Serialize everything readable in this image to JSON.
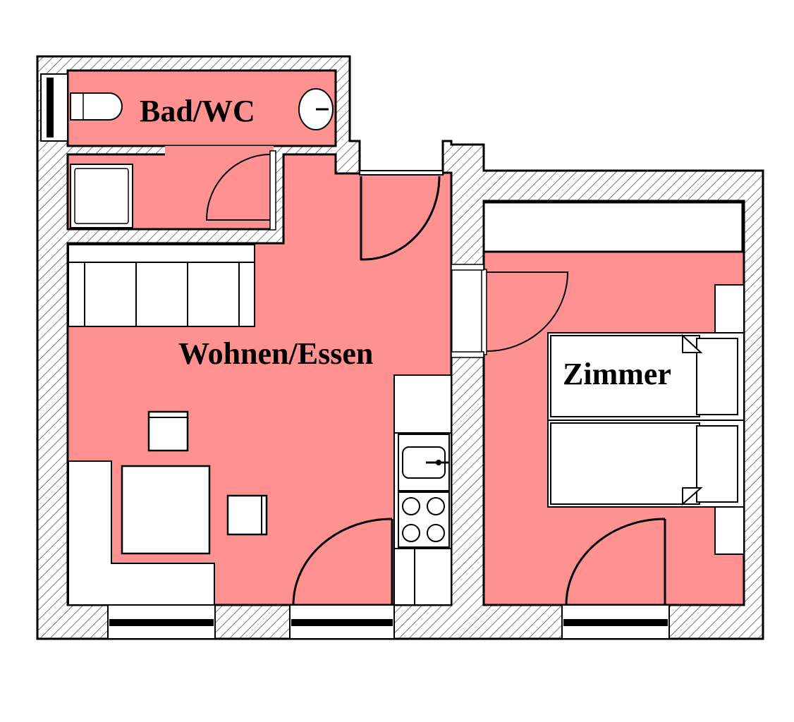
{
  "plan": {
    "colors": {
      "room": "#ff9191",
      "wall": "#000000",
      "furniture": "#ffffff",
      "background": "#ffffff"
    },
    "rooms": [
      {
        "id": "bad",
        "label": "Bad/WC"
      },
      {
        "id": "wohnen",
        "label": "Wohnen/Essen"
      },
      {
        "id": "zimmer",
        "label": "Zimmer"
      }
    ],
    "fixtures": {
      "bad": [
        "toilet-icon",
        "sink-icon",
        "shower-tray-icon",
        "window-icon"
      ],
      "wohnen": [
        "sofa-icon",
        "dining-table-icon",
        "chair-icon",
        "chair-icon",
        "corner-bench-icon",
        "kitchen-counter-icon",
        "kitchen-sink-icon",
        "cooktop-icon",
        "window-icon",
        "balcony-door-icon"
      ],
      "zimmer": [
        "wardrobe-icon",
        "bed-icon",
        "bed-icon",
        "nightstand-icon",
        "nightstand-icon",
        "balcony-door-icon"
      ]
    }
  }
}
